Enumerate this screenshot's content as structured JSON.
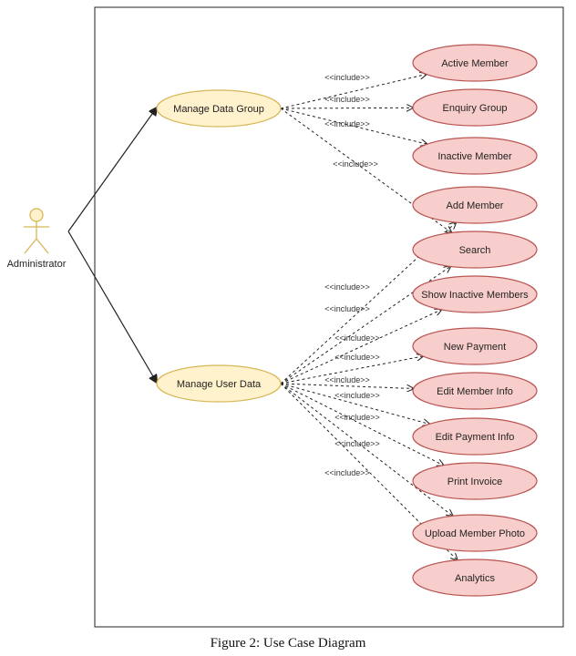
{
  "actor": {
    "label": "Administrator"
  },
  "main_use_cases": [
    {
      "id": "mdg",
      "label": "Manage Data Group"
    },
    {
      "id": "mud",
      "label": "Manage User Data"
    }
  ],
  "included_use_cases": [
    {
      "id": "active",
      "label": "Active Member"
    },
    {
      "id": "enquiry",
      "label": "Enquiry Group"
    },
    {
      "id": "inactive",
      "label": "Inactive Member"
    },
    {
      "id": "add",
      "label": "Add Member"
    },
    {
      "id": "search",
      "label": "Search"
    },
    {
      "id": "show_inactive",
      "label": "Show Inactive Members"
    },
    {
      "id": "new_payment",
      "label": "New Payment"
    },
    {
      "id": "edit_member",
      "label": "Edit Member Info"
    },
    {
      "id": "edit_payment",
      "label": "Edit Payment Info"
    },
    {
      "id": "print_invoice",
      "label": "Print Invoice"
    },
    {
      "id": "upload_photo",
      "label": "Upload Member Photo"
    },
    {
      "id": "analytics",
      "label": "Analytics"
    }
  ],
  "relations": [
    {
      "from": "mdg",
      "to": "active",
      "label": "<<include>>"
    },
    {
      "from": "mdg",
      "to": "enquiry",
      "label": "<<include>>"
    },
    {
      "from": "mdg",
      "to": "inactive",
      "label": "<<include>>"
    },
    {
      "from": "mdg",
      "to": "search",
      "label": "<<include>>"
    },
    {
      "from": "mud",
      "to": "add",
      "label": "<<include>>"
    },
    {
      "from": "mud",
      "to": "search",
      "label": "<<include>>"
    },
    {
      "from": "mud",
      "to": "show_inactive",
      "label": "<<include>>"
    },
    {
      "from": "mud",
      "to": "new_payment",
      "label": "<<include>>"
    },
    {
      "from": "mud",
      "to": "edit_member",
      "label": "<<include>>"
    },
    {
      "from": "mud",
      "to": "edit_payment",
      "label": "<<include>>"
    },
    {
      "from": "mud",
      "to": "print_invoice",
      "label": "<<include>>"
    },
    {
      "from": "mud",
      "to": "upload_photo",
      "label": "<<include>>"
    },
    {
      "from": "mud",
      "to": "analytics",
      "label": "<<include>>"
    }
  ],
  "colors": {
    "main_fill": "#fff2cc",
    "main_stroke": "#d6b656",
    "included_fill": "#f8cecc",
    "included_stroke": "#b85450",
    "actor_stroke": "#d6b656"
  },
  "caption": "Figure 2: Use Case Diagram"
}
